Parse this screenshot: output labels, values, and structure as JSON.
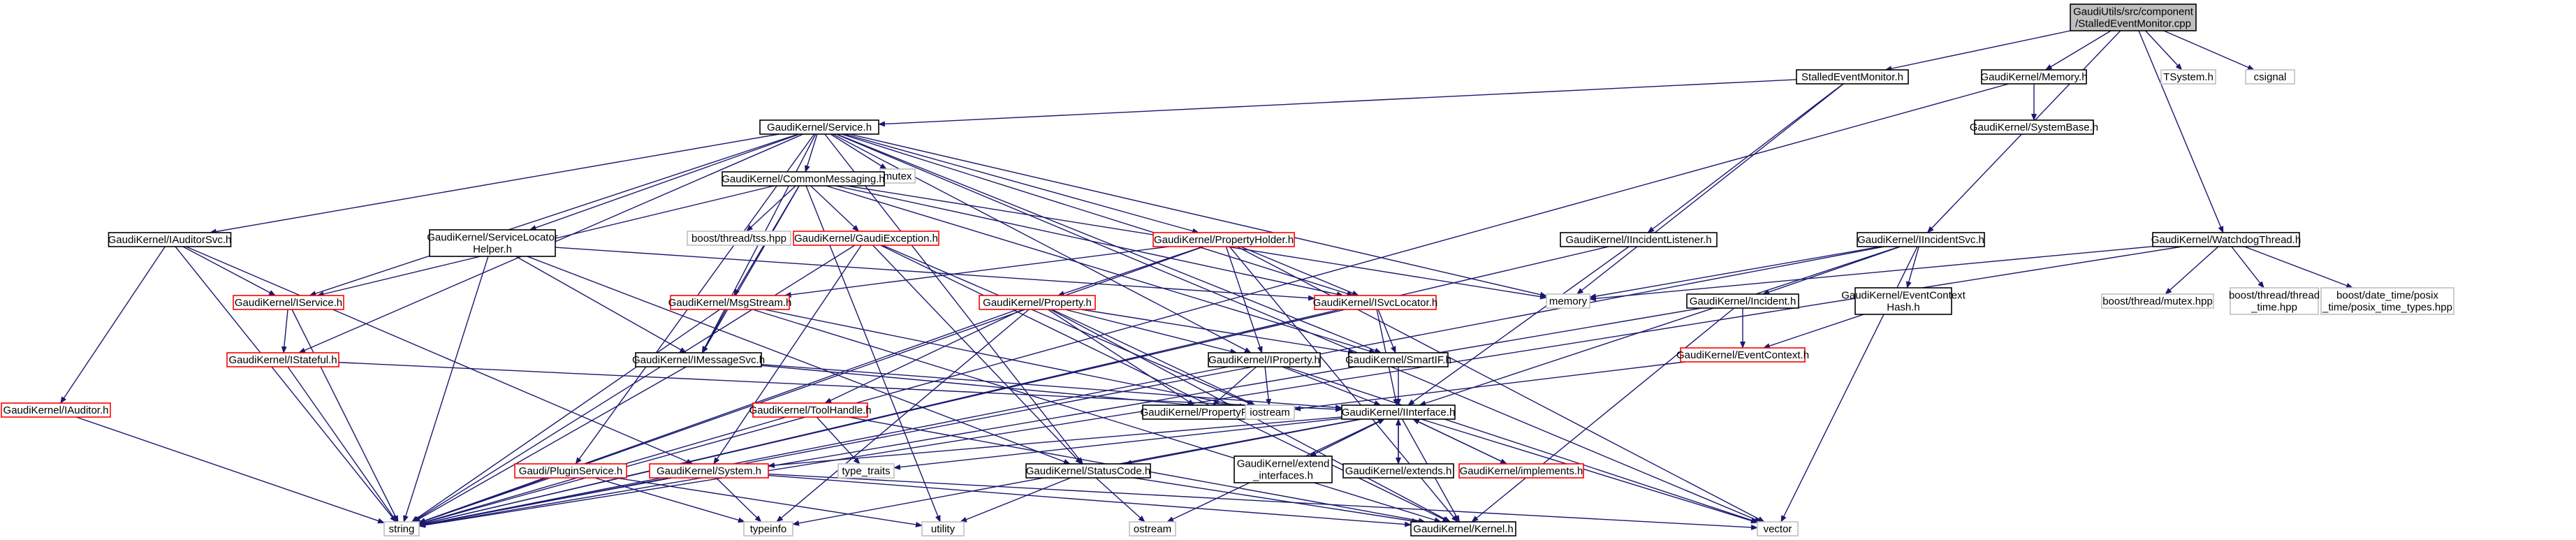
{
  "nodes": [
    {
      "id": "root",
      "lines": [
        "GaudiUtils/src/component",
        "/StalledEventMonitor.cpp"
      ],
      "style": "root"
    },
    {
      "id": "stalled",
      "lines": [
        "StalledEventMonitor.h"
      ],
      "style": "black"
    },
    {
      "id": "memory_h",
      "lines": [
        "GaudiKernel/Memory.h"
      ],
      "style": "black"
    },
    {
      "id": "tsystem",
      "lines": [
        "TSystem.h"
      ],
      "style": "gray"
    },
    {
      "id": "csignal",
      "lines": [
        "csignal"
      ],
      "style": "gray"
    },
    {
      "id": "service",
      "lines": [
        "GaudiKernel/Service.h"
      ],
      "style": "black"
    },
    {
      "id": "systembase",
      "lines": [
        "GaudiKernel/SystemBase.h"
      ],
      "style": "black"
    },
    {
      "id": "mutex",
      "lines": [
        "mutex"
      ],
      "style": "gray"
    },
    {
      "id": "commonmsg",
      "lines": [
        "GaudiKernel/CommonMessaging.h"
      ],
      "style": "black"
    },
    {
      "id": "boosttss",
      "lines": [
        "boost/thread/tss.hpp"
      ],
      "style": "gray"
    },
    {
      "id": "gaudiexc",
      "lines": [
        "GaudiKernel/GaudiException.h"
      ],
      "style": "red"
    },
    {
      "id": "propholder",
      "lines": [
        "GaudiKernel/PropertyHolder.h"
      ],
      "style": "red"
    },
    {
      "id": "iincidentlistener",
      "lines": [
        "GaudiKernel/IIncidentListener.h"
      ],
      "style": "black"
    },
    {
      "id": "iincidentsvc",
      "lines": [
        "GaudiKernel/IIncidentSvc.h"
      ],
      "style": "black"
    },
    {
      "id": "watchdog",
      "lines": [
        "GaudiKernel/WatchdogThread.h"
      ],
      "style": "black"
    },
    {
      "id": "iauditorsvc",
      "lines": [
        "GaudiKernel/IAuditorSvc.h"
      ],
      "style": "black"
    },
    {
      "id": "svclocatorhelper",
      "lines": [
        "GaudiKernel/ServiceLocator",
        "Helper.h"
      ],
      "style": "black"
    },
    {
      "id": "iservice",
      "lines": [
        "GaudiKernel/IService.h"
      ],
      "style": "red"
    },
    {
      "id": "imsgstream",
      "lines": [
        "GaudiKernel/MsgStream.h"
      ],
      "style": "red"
    },
    {
      "id": "property",
      "lines": [
        "GaudiKernel/Property.h"
      ],
      "style": "red"
    },
    {
      "id": "isvclocator",
      "lines": [
        "GaudiKernel/ISvcLocator.h"
      ],
      "style": "red"
    },
    {
      "id": "memory",
      "lines": [
        "memory"
      ],
      "style": "gray"
    },
    {
      "id": "incident",
      "lines": [
        "GaudiKernel/Incident.h"
      ],
      "style": "black"
    },
    {
      "id": "eventctxhash",
      "lines": [
        "GaudiKernel/EventContext",
        "Hash.h"
      ],
      "style": "black"
    },
    {
      "id": "boostmutex",
      "lines": [
        "boost/thread/mutex.hpp"
      ],
      "style": "gray"
    },
    {
      "id": "boostthreadtime",
      "lines": [
        "boost/thread/thread",
        "_time.hpp"
      ],
      "style": "gray"
    },
    {
      "id": "boostdatetime",
      "lines": [
        "boost/date_time/posix",
        "_time/posix_time_types.hpp"
      ],
      "style": "gray"
    },
    {
      "id": "istateful",
      "lines": [
        "GaudiKernel/IStateful.h"
      ],
      "style": "red"
    },
    {
      "id": "imessagesvc",
      "lines": [
        "GaudiKernel/IMessageSvc.h"
      ],
      "style": "black"
    },
    {
      "id": "iproperty",
      "lines": [
        "GaudiKernel/IProperty.h"
      ],
      "style": "black"
    },
    {
      "id": "smartif",
      "lines": [
        "GaudiKernel/SmartIF.h"
      ],
      "style": "black"
    },
    {
      "id": "eventctx",
      "lines": [
        "GaudiKernel/EventContext.h"
      ],
      "style": "red"
    },
    {
      "id": "iauditor",
      "lines": [
        "GaudiKernel/IAuditor.h"
      ],
      "style": "red"
    },
    {
      "id": "toolhandle",
      "lines": [
        "GaudiKernel/ToolHandle.h"
      ],
      "style": "red"
    },
    {
      "id": "propertyfwd",
      "lines": [
        "GaudiKernel/PropertyFwd.h"
      ],
      "style": "black"
    },
    {
      "id": "iostream",
      "lines": [
        "iostream"
      ],
      "style": "gray"
    },
    {
      "id": "iinterface",
      "lines": [
        "GaudiKernel/IInterface.h"
      ],
      "style": "black"
    },
    {
      "id": "typetraits",
      "lines": [
        "type_traits"
      ],
      "style": "gray"
    },
    {
      "id": "extendinterfaces",
      "lines": [
        "GaudiKernel/extend",
        "_interfaces.h"
      ],
      "style": "black"
    },
    {
      "id": "extends",
      "lines": [
        "GaudiKernel/extends.h"
      ],
      "style": "black"
    },
    {
      "id": "implements",
      "lines": [
        "GaudiKernel/implements.h"
      ],
      "style": "red"
    },
    {
      "id": "pluginservice",
      "lines": [
        "Gaudi/PluginService.h"
      ],
      "style": "red"
    },
    {
      "id": "system",
      "lines": [
        "GaudiKernel/System.h"
      ],
      "style": "red"
    },
    {
      "id": "statuscode",
      "lines": [
        "GaudiKernel/StatusCode.h"
      ],
      "style": "black"
    },
    {
      "id": "string",
      "lines": [
        "string"
      ],
      "style": "gray"
    },
    {
      "id": "typeinfo",
      "lines": [
        "typeinfo"
      ],
      "style": "gray"
    },
    {
      "id": "utility",
      "lines": [
        "utility"
      ],
      "style": "gray"
    },
    {
      "id": "ostream",
      "lines": [
        "ostream"
      ],
      "style": "gray"
    },
    {
      "id": "kernel",
      "lines": [
        "GaudiKernel/Kernel.h"
      ],
      "style": "black"
    },
    {
      "id": "vector",
      "lines": [
        "vector"
      ],
      "style": "gray"
    }
  ],
  "edges": [
    [
      "root",
      "stalled"
    ],
    [
      "root",
      "memory_h"
    ],
    [
      "root",
      "tsystem"
    ],
    [
      "root",
      "csignal"
    ],
    [
      "root",
      "iincidentsvc"
    ],
    [
      "root",
      "watchdog"
    ],
    [
      "stalled",
      "service"
    ],
    [
      "stalled",
      "iincidentlistener"
    ],
    [
      "stalled",
      "memory"
    ],
    [
      "memory_h",
      "systembase"
    ],
    [
      "memory_h",
      "string"
    ],
    [
      "service",
      "mutex"
    ],
    [
      "service",
      "commonmsg"
    ],
    [
      "service",
      "iauditorsvc"
    ],
    [
      "service",
      "svclocatorhelper"
    ],
    [
      "service",
      "iservice"
    ],
    [
      "service",
      "istateful"
    ],
    [
      "service",
      "propholder"
    ],
    [
      "service",
      "isvclocator"
    ],
    [
      "service",
      "iproperty"
    ],
    [
      "service",
      "smartif"
    ],
    [
      "service",
      "imessagesvc"
    ],
    [
      "service",
      "pluginservice"
    ],
    [
      "service",
      "statuscode"
    ],
    [
      "service",
      "memory"
    ],
    [
      "service",
      "vector"
    ],
    [
      "commonmsg",
      "boosttss"
    ],
    [
      "commonmsg",
      "gaudiexc"
    ],
    [
      "commonmsg",
      "imsgstream"
    ],
    [
      "commonmsg",
      "imessagesvc"
    ],
    [
      "commonmsg",
      "iservice"
    ],
    [
      "commonmsg",
      "isvclocator"
    ],
    [
      "commonmsg",
      "smartif"
    ],
    [
      "commonmsg",
      "memory"
    ],
    [
      "commonmsg",
      "utility"
    ],
    [
      "gaudiexc",
      "iostream"
    ],
    [
      "gaudiexc",
      "statuscode"
    ],
    [
      "gaudiexc",
      "system"
    ],
    [
      "gaudiexc",
      "kernel"
    ],
    [
      "gaudiexc",
      "string"
    ],
    [
      "propholder",
      "imsgstream"
    ],
    [
      "propholder",
      "property"
    ],
    [
      "propholder",
      "iproperty"
    ],
    [
      "propholder",
      "isvclocator"
    ],
    [
      "propholder",
      "kernel"
    ],
    [
      "propholder",
      "string"
    ],
    [
      "propholder",
      "vector"
    ],
    [
      "iincidentlistener",
      "iinterface"
    ],
    [
      "iincidentlistener",
      "string"
    ],
    [
      "iincidentsvc",
      "incident"
    ],
    [
      "iincidentsvc",
      "eventctxhash"
    ],
    [
      "iincidentsvc",
      "iinterface"
    ],
    [
      "iincidentsvc",
      "memory"
    ],
    [
      "iincidentsvc",
      "string"
    ],
    [
      "iincidentsvc",
      "vector"
    ],
    [
      "watchdog",
      "memory"
    ],
    [
      "watchdog",
      "boostmutex"
    ],
    [
      "watchdog",
      "boostthreadtime"
    ],
    [
      "watchdog",
      "boostdatetime"
    ],
    [
      "watchdog",
      "string"
    ],
    [
      "iauditorsvc",
      "iservice"
    ],
    [
      "iauditorsvc",
      "iauditor"
    ],
    [
      "iauditorsvc",
      "string"
    ],
    [
      "iauditorsvc",
      "system"
    ],
    [
      "svclocatorhelper",
      "imessagesvc"
    ],
    [
      "svclocatorhelper",
      "isvclocator"
    ],
    [
      "svclocatorhelper",
      "string"
    ],
    [
      "svclocatorhelper",
      "statuscode"
    ],
    [
      "iservice",
      "istateful"
    ],
    [
      "iservice",
      "string"
    ],
    [
      "imsgstream",
      "imessagesvc"
    ],
    [
      "imsgstream",
      "kernel"
    ],
    [
      "imsgstream",
      "iostream"
    ],
    [
      "imsgstream",
      "string"
    ],
    [
      "property",
      "iproperty"
    ],
    [
      "property",
      "propertyfwd"
    ],
    [
      "property",
      "smartif"
    ],
    [
      "property",
      "kernel"
    ],
    [
      "property",
      "toolhandle"
    ],
    [
      "property",
      "iostream"
    ],
    [
      "property",
      "string"
    ],
    [
      "property",
      "typeinfo"
    ],
    [
      "isvclocator",
      "smartif"
    ],
    [
      "isvclocator",
      "iinterface"
    ],
    [
      "isvclocator",
      "string"
    ],
    [
      "incident",
      "eventctx"
    ],
    [
      "incident",
      "kernel"
    ],
    [
      "incident",
      "string"
    ],
    [
      "eventctxhash",
      "eventctx"
    ],
    [
      "istateful",
      "iinterface"
    ],
    [
      "istateful",
      "string"
    ],
    [
      "imessagesvc",
      "iinterface"
    ],
    [
      "imessagesvc",
      "iostream"
    ],
    [
      "imessagesvc",
      "string"
    ],
    [
      "iproperty",
      "iinterface"
    ],
    [
      "iproperty",
      "propertyfwd"
    ],
    [
      "iproperty",
      "iostream"
    ],
    [
      "iproperty",
      "string"
    ],
    [
      "iproperty",
      "vector"
    ],
    [
      "smartif",
      "iinterface"
    ],
    [
      "eventctx",
      "iostream"
    ],
    [
      "iauditor",
      "string"
    ],
    [
      "toolhandle",
      "typetraits"
    ],
    [
      "toolhandle",
      "string"
    ],
    [
      "toolhandle",
      "kernel"
    ],
    [
      "iinterface",
      "kernel"
    ],
    [
      "iinterface",
      "statuscode"
    ],
    [
      "iinterface",
      "extendinterfaces"
    ],
    [
      "iinterface",
      "extends"
    ],
    [
      "iinterface",
      "implements"
    ],
    [
      "iinterface",
      "system"
    ],
    [
      "iinterface",
      "typeinfo"
    ],
    [
      "iinterface",
      "ostream"
    ],
    [
      "iinterface",
      "typetraits"
    ],
    [
      "iinterface",
      "vector"
    ],
    [
      "extendinterfaces",
      "iinterface"
    ],
    [
      "extends",
      "iinterface"
    ],
    [
      "implements",
      "iinterface"
    ],
    [
      "pluginservice",
      "string"
    ],
    [
      "pluginservice",
      "typeinfo"
    ],
    [
      "pluginservice",
      "utility"
    ],
    [
      "system",
      "kernel"
    ],
    [
      "system",
      "string"
    ],
    [
      "system",
      "typeinfo"
    ],
    [
      "system",
      "vector"
    ],
    [
      "statuscode",
      "kernel"
    ],
    [
      "statuscode",
      "utility"
    ],
    [
      "statuscode",
      "ostream"
    ]
  ]
}
